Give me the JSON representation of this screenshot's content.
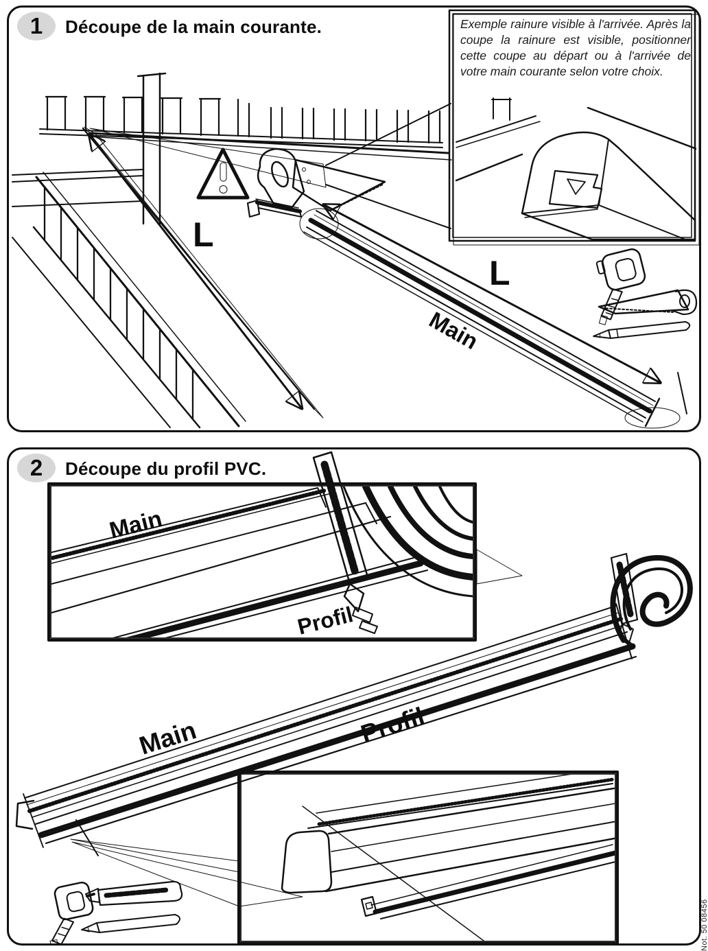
{
  "colors": {
    "ink": "#111111",
    "badge_bg": "#d7d7d7",
    "shadow_gray": "#d6d6d6",
    "block_fill": "#ececec"
  },
  "step1": {
    "badge": "1",
    "title": "Découpe de la main courante.",
    "note": "Exemple rainure visible à l'arrivée. Après la coupe la rainure est visible, positionner cette coupe au départ ou à l'arrivée de votre main courante selon votre choix.",
    "label_length_stair": "L",
    "label_length_rail": "L",
    "label_rail": "Main"
  },
  "step2": {
    "badge": "2",
    "title": "Découpe du profil PVC.",
    "inset_label_rail": "Main",
    "inset_label_profile": "Profil",
    "label_rail": "Main",
    "label_profile": "Profil"
  },
  "footer": {
    "vertical_code": "Not. 50 08456"
  }
}
